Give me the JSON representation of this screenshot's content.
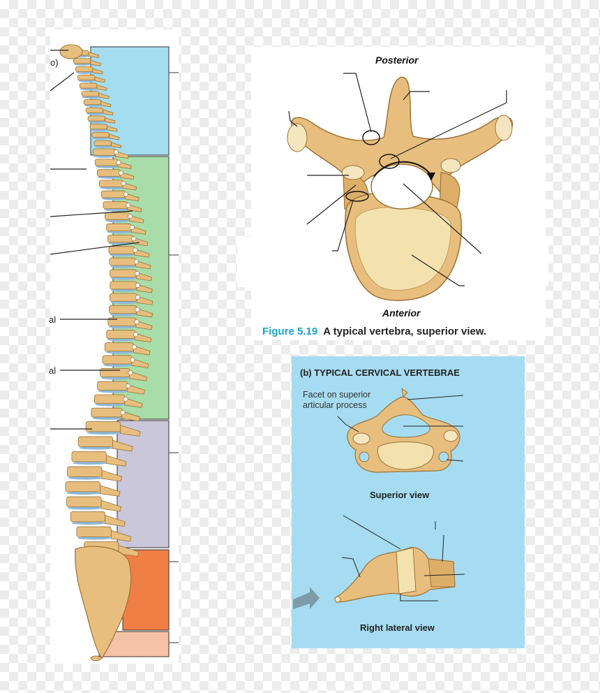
{
  "spine": {
    "region_colors": [
      "#a4dcf0",
      "#a8dca8",
      "#c9c7d9",
      "#f07f46",
      "#f5c2a6"
    ],
    "label_fragments": [
      "o)",
      "al",
      "al"
    ]
  },
  "vertebra": {
    "posterior_label": "Posterior",
    "anterior_label": "Anterior",
    "caption_figure": "Figure 5.19",
    "caption_text": "A typical vertebra, superior view.",
    "figure_color": "#1aa3cf",
    "bone_color": "#e7be7d"
  },
  "cervical": {
    "title": "(b) TYPICAL CERVICAL VERTEBRAE",
    "facet_label_line1": "Facet on superior",
    "facet_label_line2": "articular process",
    "superior_view_label": "Superior view",
    "lateral_view_label": "Right lateral view",
    "background_color": "#a6dcf2"
  }
}
